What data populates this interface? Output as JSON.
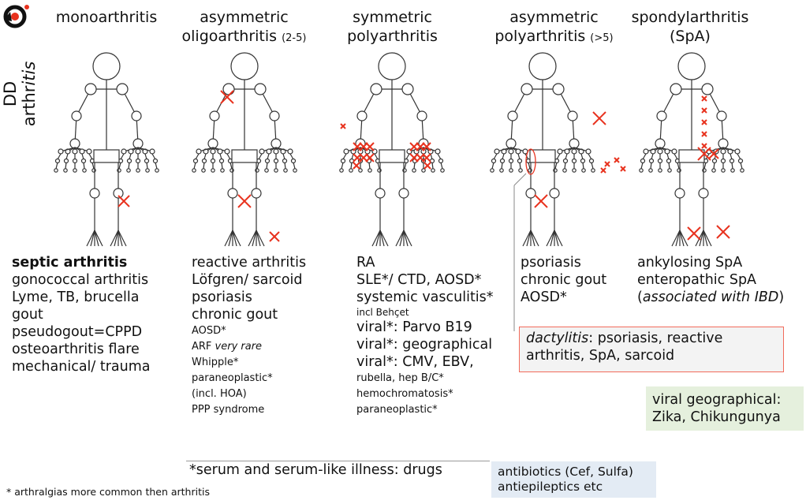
{
  "side_title": {
    "prefix": "DD arthr",
    "italic": "itis"
  },
  "columns": [
    {
      "title": "monoarthritis",
      "title_note": "",
      "items": [
        {
          "text": "septic arthritis",
          "style": "bold"
        },
        {
          "text": "gonococcal arthritis"
        },
        {
          "text": "Lyme, TB, brucella"
        },
        {
          "text": "gout"
        },
        {
          "text": "pseudogout=CPPD"
        },
        {
          "text": "osteoarthritis flare"
        },
        {
          "text": "mechanical/ trauma"
        }
      ]
    },
    {
      "title": "asymmetric oligoarthritis",
      "title_note": "(2-5)",
      "items": [
        {
          "text": "reactive arthritis"
        },
        {
          "text": "Löfgren/ sarcoid"
        },
        {
          "text": "psoriasis"
        },
        {
          "text": "chronic gout"
        },
        {
          "text": "AOSD*",
          "style": "small"
        },
        {
          "text": "ARF",
          "italic": "very rare",
          "style": "small"
        },
        {
          "text": "Whipple*",
          "style": "small"
        },
        {
          "text": "paraneoplastic*",
          "style": "small"
        },
        {
          "text": "(incl. HOA)",
          "style": "small"
        },
        {
          "text": "PPP syndrome",
          "style": "small"
        }
      ]
    },
    {
      "title": "symmetric polyarthritis",
      "title_note": "",
      "items": [
        {
          "text": "RA"
        },
        {
          "text": "SLE*/ CTD, AOSD*"
        },
        {
          "text": "systemic vasculitis*"
        },
        {
          "text": "incl Behçet",
          "style": "tiny"
        },
        {
          "text": "viral*: Parvo B19"
        },
        {
          "text": "viral*: geographical"
        },
        {
          "text": "viral*: CMV, EBV,"
        },
        {
          "text": "rubella, hep B/C*",
          "style": "small"
        },
        {
          "text": "hemochromatosis*",
          "style": "small"
        },
        {
          "text": "paraneoplastic*",
          "style": "small"
        }
      ]
    },
    {
      "title": "asymmetric polyarthritis",
      "title_note": "(>5)",
      "items": [
        {
          "text": "psoriasis"
        },
        {
          "text": "chronic gout"
        },
        {
          "text": "AOSD*"
        }
      ]
    },
    {
      "title": "spondylarthritis (SpA)",
      "title_note": "",
      "items": [
        {
          "text": "ankylosing SpA"
        },
        {
          "text": "enteropathic SpA"
        },
        {
          "text": "associated with IBD",
          "style": "paren-italic"
        }
      ]
    }
  ],
  "dactylitis": {
    "label": "dactylitis",
    "text": ": psoriasis, reactive arthritis, SpA, sarcoid"
  },
  "viral_geo": {
    "line1": "viral geographical:",
    "line2": "Zika, Chikungunya"
  },
  "drugs_line": "*serum and serum-like illness: drugs",
  "drugs_box": {
    "line1": "antibiotics (Cef, Sulfa)",
    "line2": "antiepileptics etc"
  },
  "footnote": "* arthralgias more common then arthritis",
  "colors": {
    "mark": "#e8321e",
    "dactylitis_border": "#f26b5b",
    "dactylitis_bg": "#f3f3f3",
    "viral_bg": "#e5f0dd",
    "drugs_bg": "#e3ebf4"
  }
}
